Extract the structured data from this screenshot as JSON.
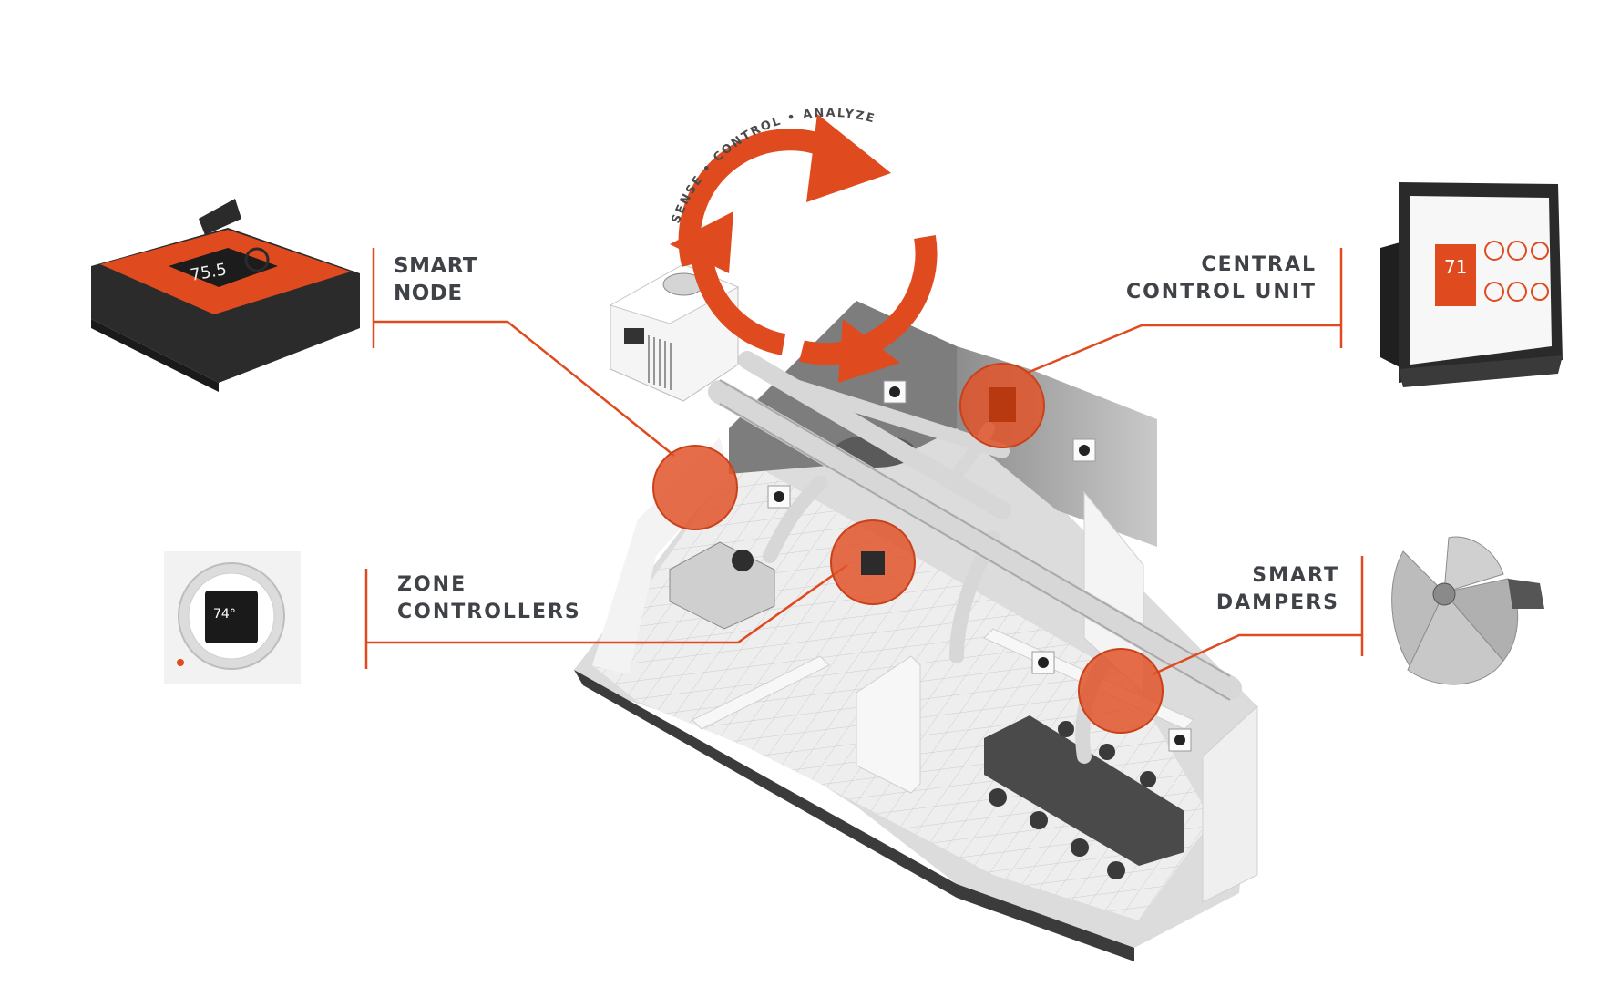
{
  "cycle": {
    "text": "SENSE • CONTROL • ANALYZE"
  },
  "labels": {
    "smart_node": {
      "line1": "SMART",
      "line2": "NODE"
    },
    "zone_controllers": {
      "line1": "ZONE",
      "line2": "CONTROLLERS"
    },
    "central_control_unit": {
      "line1": "CENTRAL",
      "line2": "CONTROL UNIT"
    },
    "smart_dampers": {
      "line1": "SMART",
      "line2": "DAMPERS"
    }
  },
  "devices": {
    "smart_node_display": "75.5",
    "zone_controller_display": "74°",
    "central_unit_display": "71"
  },
  "colors": {
    "accent": "#e04a1f",
    "accent_translucent": "#e2542a",
    "text": "#3f4246",
    "device_dark": "#2b2b2b",
    "floor": "#e9e9e9",
    "wall": "#f6f6f6"
  }
}
